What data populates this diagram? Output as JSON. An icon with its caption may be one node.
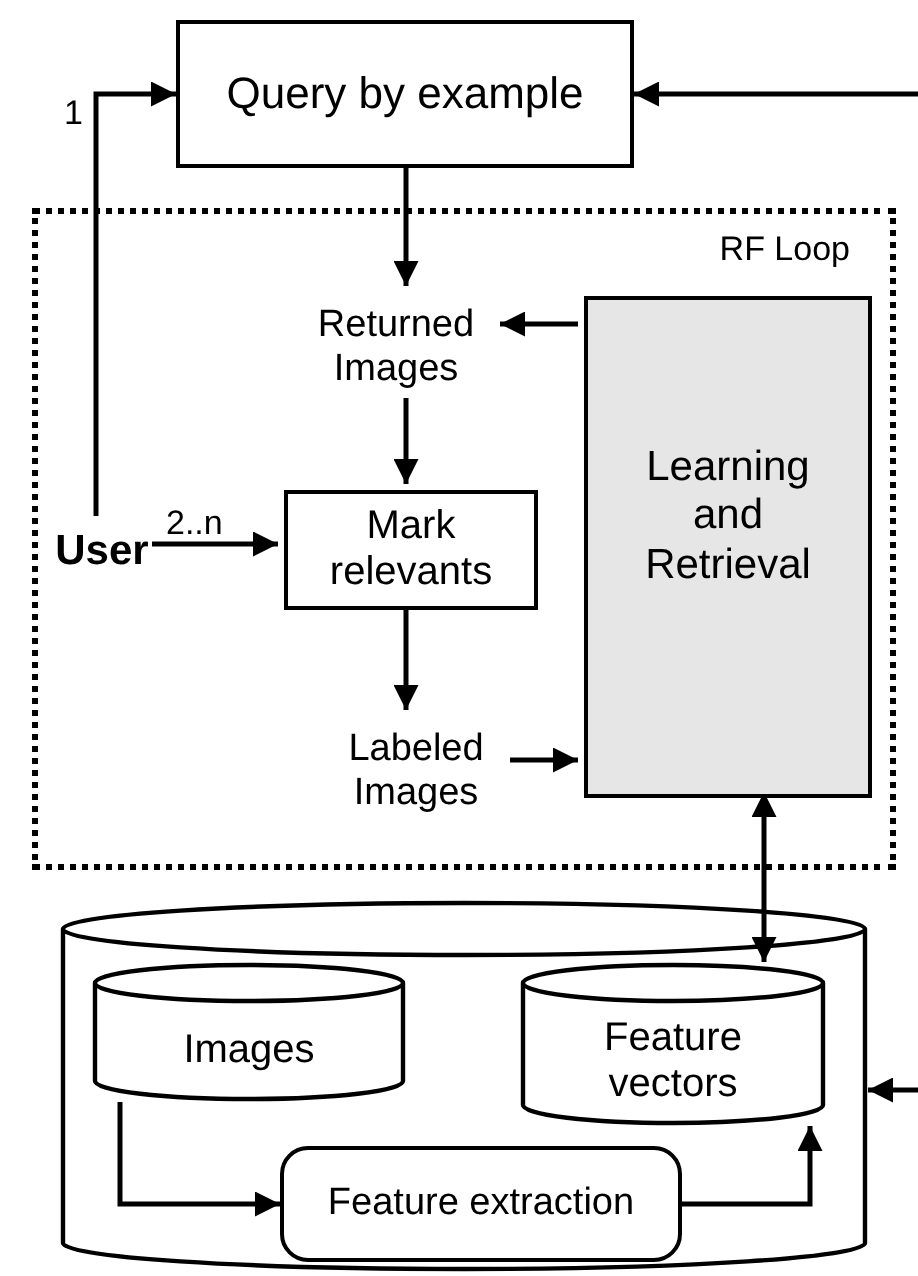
{
  "diagram": {
    "nodes": [
      {
        "text": [
          "Query by example"
        ]
      },
      {
        "text": [
          "RF Loop"
        ]
      },
      {
        "text": [
          "Returned Images"
        ],
        "in": 1
      },
      {
        "text": [
          "Learning and Retrieval"
        ],
        "in": 1
      },
      {
        "text": [
          "User"
        ],
        "in": 1
      },
      {
        "text": [
          "Mark relevants"
        ],
        "in": 1
      },
      {
        "text": [
          "Labeled Images"
        ],
        "in": 1
      },
      {
        "text": [],
        "shape": "cylinder"
      },
      {
        "text": [
          "Images"
        ],
        "in": 7
      },
      {
        "text": [
          "Feature vectors"
        ],
        "in": 7
      },
      {
        "text": [
          "Feature extraction"
        ],
        "in": 7
      }
    ],
    "edges": [
      {
        "from": 4,
        "to": 0,
        "arrow": "to",
        "label": "1"
      },
      {
        "from": null,
        "to": 0,
        "arrow": "to"
      },
      {
        "from": 0,
        "to": 2,
        "arrow": "to"
      },
      {
        "from": 3,
        "to": 2,
        "arrow": "to"
      },
      {
        "from": 2,
        "to": 5,
        "arrow": "to"
      },
      {
        "from": 4,
        "to": 5,
        "arrow": "to",
        "label": "2..n"
      },
      {
        "from": 5,
        "to": 6,
        "arrow": "to"
      },
      {
        "from": 6,
        "to": 3,
        "arrow": "to"
      },
      {
        "from": 3,
        "to": 9,
        "arrow": "both"
      },
      {
        "from": null,
        "to": 7,
        "arrow": "to"
      },
      {
        "from": 8,
        "to": 10,
        "arrow": "to"
      },
      {
        "from": 10,
        "to": 9,
        "arrow": "to"
      }
    ]
  }
}
